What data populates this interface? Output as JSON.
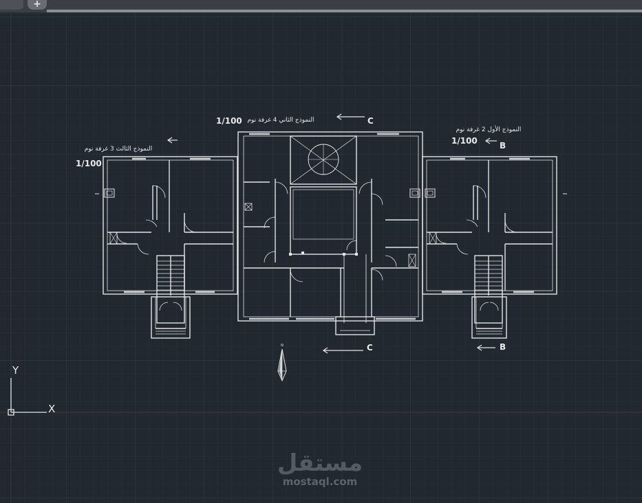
{
  "tabs": {
    "add_label": "+"
  },
  "drawing": {
    "titles": {
      "center": "النموذج الثاني 4 غرفة نوم",
      "left": "النموذج الثالث 3 غرفة نوم",
      "right": "النموذج الأول 2 غرفة نوم"
    },
    "scales": {
      "center": "1/100",
      "left": "1/100",
      "right": "1/100"
    },
    "section_marks": {
      "c_top": "C",
      "c_bottom": "C",
      "b_top": "B",
      "b_bottom": "B"
    },
    "north": "N",
    "ucs": {
      "x": "X",
      "y": "Y"
    }
  },
  "watermark": {
    "arabic": "مستقل",
    "latin": "mostaql.com"
  },
  "colors": {
    "background": "#212830",
    "grid_minor": "#2a323b",
    "grid_major": "#323b45",
    "lines": "#e6e6e6",
    "axis_x": "#5a3a2a"
  }
}
